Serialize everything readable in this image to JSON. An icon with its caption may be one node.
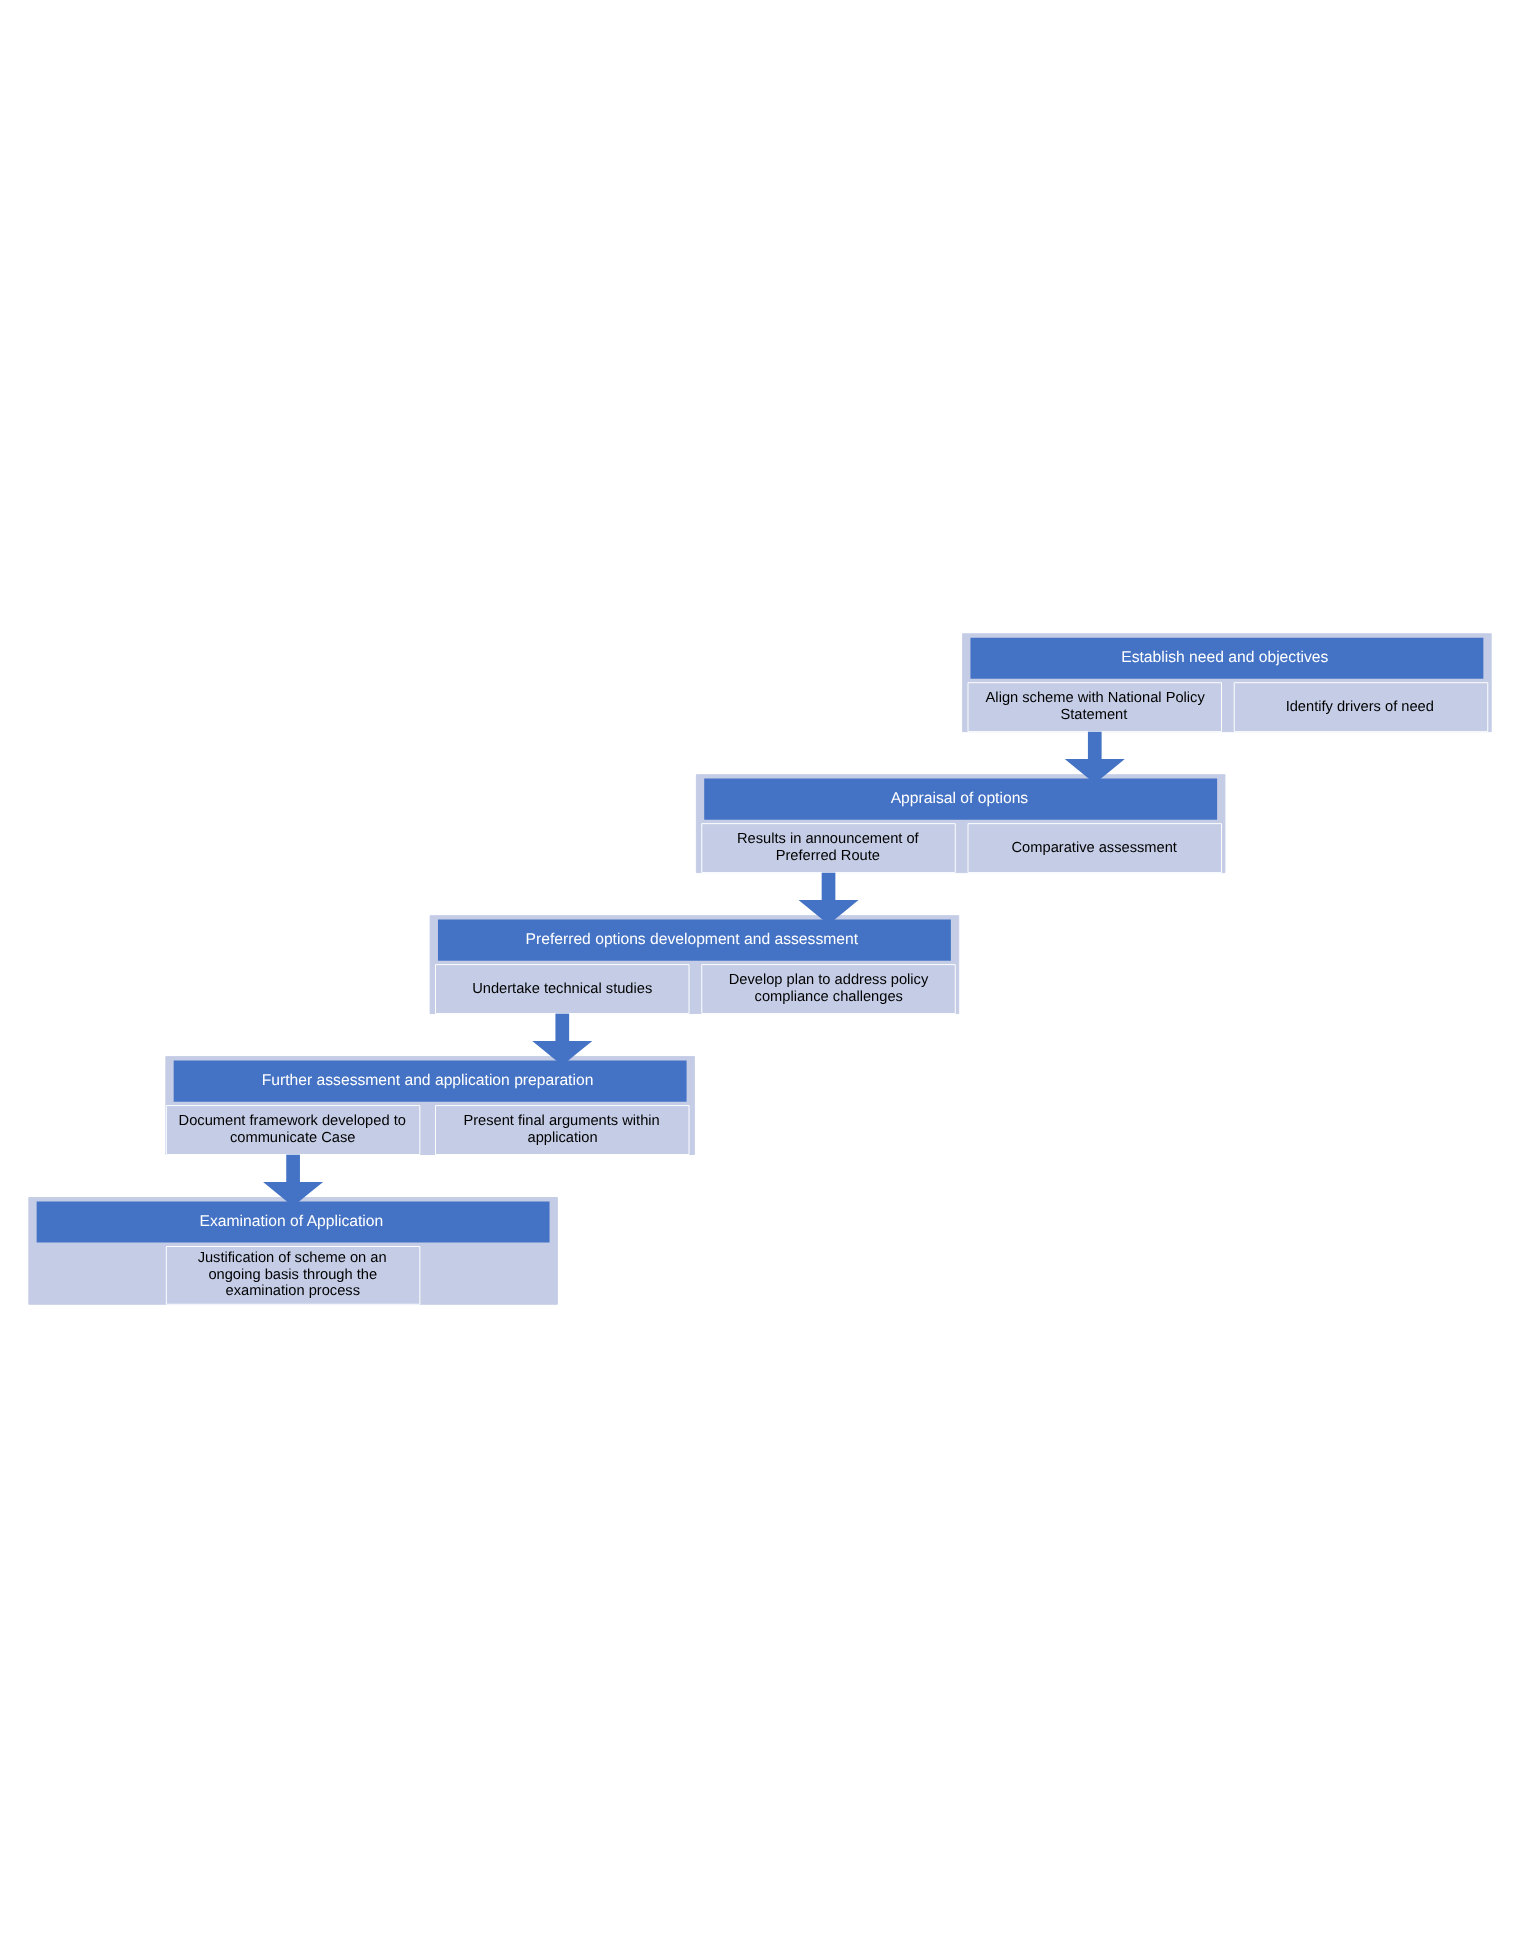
{
  "diagram": {
    "nodes": [
      {
        "text": [
          "Establish need and objectives"
        ]
      },
      {
        "text": [
          "Identify drivers of need"
        ],
        "in": 0
      },
      {
        "text": [
          "Align scheme with National Policy Statement"
        ],
        "in": 0
      },
      {
        "text": [
          "Appraisal of options"
        ]
      },
      {
        "text": [
          "Comparative assessment"
        ],
        "in": 3
      },
      {
        "text": [
          "Results in announcement of Preferred Route"
        ],
        "in": 3
      },
      {
        "text": [
          "Preferred options development and assessment"
        ]
      },
      {
        "text": [
          "Develop plan to address policy compliance challenges"
        ],
        "in": 6
      },
      {
        "text": [
          "Undertake technical studies"
        ],
        "in": 6
      },
      {
        "text": [
          "Further assessment and application preparation"
        ]
      },
      {
        "text": [
          "Present final arguments within application"
        ],
        "in": 9
      },
      {
        "text": [
          "Document framework developed to communicate Case"
        ],
        "in": 9
      },
      {
        "text": [
          "Examination of Application"
        ]
      },
      {
        "text": [
          "Justification of scheme on an ongoing basis through the examination process"
        ],
        "in": 12
      }
    ],
    "edges": [
      {
        "from": 0,
        "to": 3,
        "arrow": "to"
      },
      {
        "from": 3,
        "to": 6,
        "arrow": "to"
      },
      {
        "from": 6,
        "to": 9,
        "arrow": "to"
      },
      {
        "from": 9,
        "to": 12,
        "arrow": "to"
      }
    ]
  }
}
